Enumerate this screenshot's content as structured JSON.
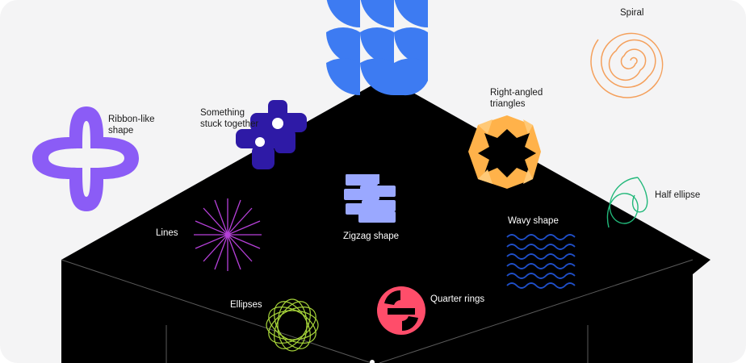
{
  "labels": {
    "ribbon": "Ribbon-like\nshape",
    "stuck": "Something\nstuck together",
    "right_triangles": "Right-angled\ntriangles",
    "spiral": "Spiral",
    "half_ellipse": "Half ellipse",
    "lines": "Lines",
    "zigzag": "Zigzag shape",
    "wavy": "Wavy shape",
    "ellipses": "Ellipses",
    "quarter_rings": "Quarter rings"
  },
  "colors": {
    "card_bg": "#f4f4f5",
    "black_block": "#000000",
    "blue_petals": "#3d7bf2",
    "ribbon": "#8b5cf6",
    "stuck": "#2e1aa6",
    "triangles": "#ffb24a",
    "spiral": "#f4a05c",
    "half_ellipse": "#22b87a",
    "lines": "#b640d9",
    "zigzag": "#9aa8ff",
    "wavy": "#1f4fc9",
    "ellipses": "#a8d63a",
    "quarter_rings": "#ff4d6a"
  },
  "icons": [
    "blue-petal-grid-icon",
    "ribbon-cross-icon",
    "stuck-together-icon",
    "right-triangles-star-icon",
    "spiral-icon",
    "half-ellipse-icon",
    "lines-star-icon",
    "zigzag-icon",
    "wavy-lines-icon",
    "ellipses-ring-icon",
    "quarter-rings-icon"
  ]
}
